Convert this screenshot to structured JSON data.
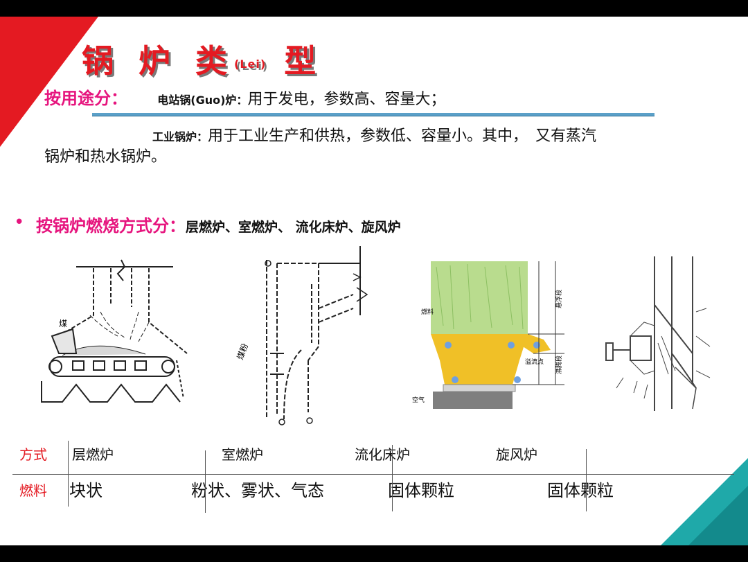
{
  "title": {
    "main": "锅 炉 类",
    "sub": "(Lei)",
    "tail": " 型"
  },
  "usage": {
    "label": "按用途分：",
    "power_name": "电站锅(Guo)炉：",
    "power_desc": "用于发电，参数高、容量大；",
    "industrial_name": "工业锅炉：",
    "industrial_desc": "用于工业生产和供热，参数低、容量小。其中，　又有蒸汽",
    "industrial_desc2": "锅炉和热水锅炉。"
  },
  "combustion": {
    "label": "按锅炉燃烧方式分：",
    "types": "层燃炉、室燃炉、 流化床炉、旋风炉"
  },
  "diagram_labels": {
    "coal": "煤",
    "coal2": "煤粉",
    "fuel": "燃料",
    "air": "空气",
    "boiling": "沸腾段",
    "suspension": "悬浮段",
    "splash": "溢流点"
  },
  "table": {
    "row1": {
      "head": "方式",
      "c1": "层燃炉",
      "c2": "室燃炉",
      "c3": "流化床炉",
      "c4": "旋风炉"
    },
    "row2": {
      "head": "燃料",
      "c1": "块状",
      "c2": "粉状、雾状、气态",
      "c3": "固体颗粒",
      "c4": "固体颗粒"
    }
  },
  "colors": {
    "red": "#e41a22",
    "magenta": "#e6157e",
    "teal": "#1fa9a9",
    "bed": "#f0c027",
    "freeboard": "#b9dc8e",
    "air_box": "#7f7f7f"
  }
}
